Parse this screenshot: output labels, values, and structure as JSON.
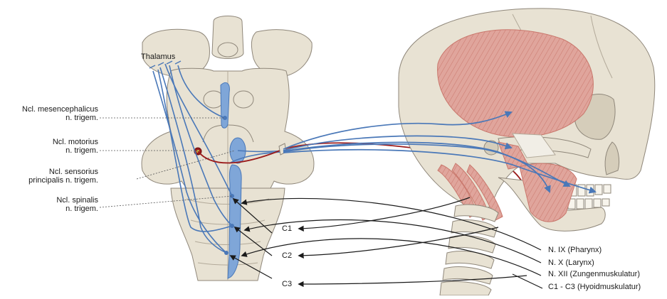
{
  "labels": {
    "thalamus": "Thalamus",
    "ncl_mesencephalicus": [
      "Ncl. mesencephalicus",
      "n. trigem."
    ],
    "ncl_motorius": [
      "Ncl. motorius",
      "n. trigem."
    ],
    "ncl_sensorius": [
      "Ncl. sensorius",
      "principalis n. trigem."
    ],
    "ncl_spinalis": [
      "Ncl. spinalis",
      "n. trigem."
    ],
    "c1": "C1",
    "c2": "C2",
    "c3": "C3",
    "n_ix": "N. IX (Pharynx)",
    "n_x": "N. X (Larynx)",
    "n_xii": "N. XII (Zungenmuskulatur)",
    "c1_c3": "C1 - C3 (Hyoidmuskulatur)"
  },
  "colors": {
    "bone": "#e8e2d3",
    "bone_stroke": "#8f877a",
    "muscle": "#e0a59c",
    "muscle_line": "#c9776c",
    "sensory_fiber": "#4a78b8",
    "nucleus": "#7fa6d8",
    "motor_fiber": "#9b1c1c",
    "arrow": "#1a1a1a"
  }
}
